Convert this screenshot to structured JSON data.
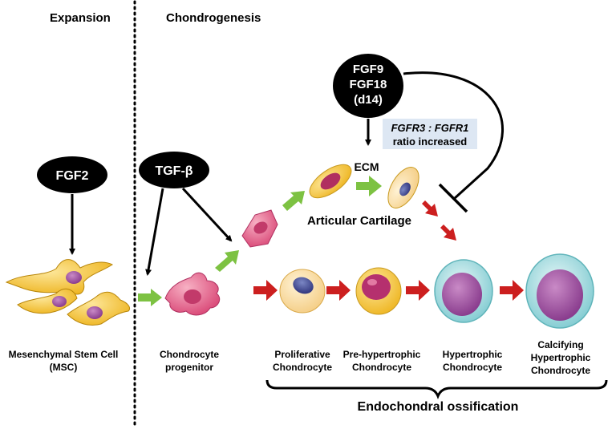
{
  "sections": {
    "expansion": "Expansion",
    "chondrogenesis": "Chondrogenesis"
  },
  "factors": {
    "fgf2": "FGF2",
    "tgfb": "TGF-β",
    "fgf9_line1": "FGF9",
    "fgf9_line2": "FGF18",
    "fgf9_line3": "(d14)"
  },
  "ratio_box": {
    "line1": "FGFR3 : FGFR1",
    "line2": "ratio increased"
  },
  "labels": {
    "ecm": "ECM",
    "articular_cartilage": "Articular Cartilage",
    "msc_line1": "Mesenchymal Stem Cell",
    "msc_line2": "(MSC)",
    "progenitor_line1": "Chondrocyte",
    "progenitor_line2": "progenitor",
    "proliferative_line1": "Proliferative",
    "proliferative_line2": "Chondrocyte",
    "prehyper_line1": "Pre-hypertrophic",
    "prehyper_line2": "Chondrocyte",
    "hyper_line1": "Hypertrophic",
    "hyper_line2": "Chondrocyte",
    "calc_line1": "Calcifying",
    "calc_line2": "Hypertrophic",
    "calc_line3": "Chondrocyte",
    "endochondral": "Endochondral ossification"
  },
  "colors": {
    "green_arrow": "#7dc242",
    "red_arrow": "#cc1f1f",
    "pill": "#000000",
    "ratio_box_bg": "#dde7f3",
    "msc_yellow": "#f2c230",
    "pink_cell": "#e8638a",
    "hyper_cyan": "#9fd9dd",
    "nucleus_purple": "#9b4f9e"
  }
}
